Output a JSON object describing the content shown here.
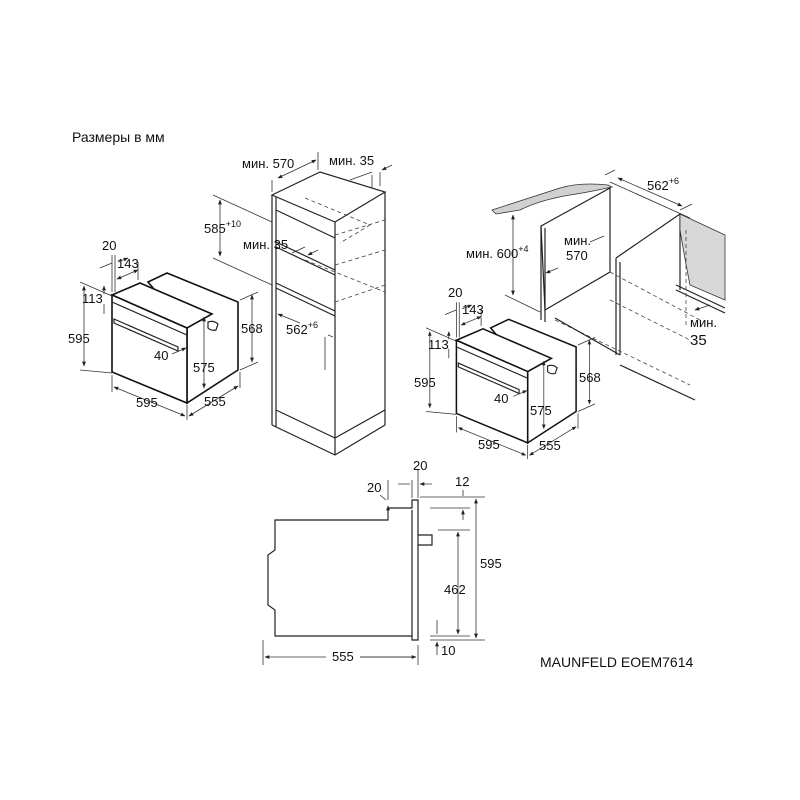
{
  "title": "Размеры в мм",
  "brand": "MAUNFELD EOEM7614",
  "colors": {
    "line": "#222222",
    "countertop": "#d0d0d0",
    "background": "#ffffff"
  },
  "oven_dims": {
    "d20": "20",
    "d143": "143",
    "d113": "113",
    "h595": "595",
    "h568": "568",
    "d40": "40",
    "h575": "575",
    "w595": "595",
    "d555": "555"
  },
  "tall_cabinet": {
    "min570": "мин. 570",
    "min35_top": "мин. 35",
    "h585": "585",
    "h585_tol": "+10",
    "min35_mid": "мин. 35",
    "w562": "562",
    "w562_tol": "+6"
  },
  "under_counter": {
    "w562": "562",
    "w562_tol": "+6",
    "min_label": "мин.",
    "d570": "570",
    "h600": "мин. 600",
    "h600_tol": "+4",
    "min35_a": "мин.",
    "min35_b": "35"
  },
  "side_view": {
    "top20": "20",
    "left20": "20",
    "d12": "12",
    "h595": "595",
    "h462": "462",
    "w555": "555",
    "d10": "10"
  }
}
